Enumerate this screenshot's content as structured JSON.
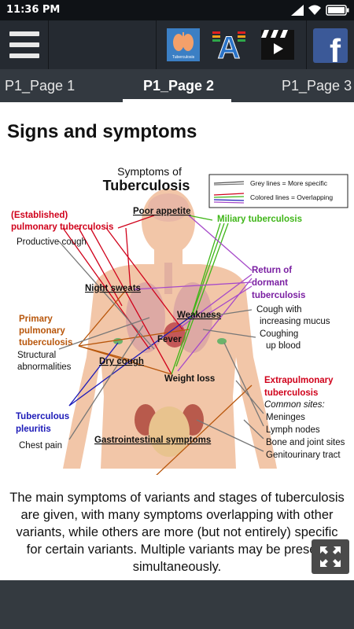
{
  "status_bar": {
    "time": "11:36 PM"
  },
  "toolbar": {
    "icons": [
      "menu-icon",
      "tuberculosis-app-icon",
      "font-size-icon",
      "video-icon",
      "facebook-icon"
    ],
    "tb_icon_label": "Tuberculosis",
    "font_icon_letter": "A",
    "facebook_letter": "f"
  },
  "tabs": [
    {
      "label": "P1_Page 1"
    },
    {
      "label": "P1_Page 2",
      "active": true
    },
    {
      "label": "P1_Page 3"
    }
  ],
  "section": {
    "title": "Signs and symptoms",
    "body": "The main symptoms of variants and stages of tuberculosis are given, with many symptoms overlapping with other variants, while others are more (but not entirely) specific for certain variants. Multiple variants may be present simultaneously."
  },
  "figure": {
    "title_line1": "Symptoms of",
    "title_line2": "Tuberculosis",
    "legend_grey": "Grey lines = More specific",
    "legend_colored": "Colored lines = Overlapping",
    "labels": {
      "established_1": "(Established)",
      "established_2": "pulmonary tuberculosis",
      "productive_cough": "Productive cough",
      "poor_appetite": "Poor appetite",
      "miliary": "Miliary tuberculosis",
      "return_1": "Return of",
      "return_2": "dormant",
      "return_3": "tuberculosis",
      "night_sweats": "Night sweats",
      "primary_1": "Primary",
      "primary_2": "pulmonary",
      "primary_3": "tuberculosis",
      "weakness": "Weakness",
      "cough_mucus_1": "Cough with",
      "cough_mucus_2": "increasing mucus",
      "coughing_blood_1": "Coughing",
      "coughing_blood_2": "up blood",
      "fever": "Fever",
      "structural_1": "Structural",
      "structural_2": "abnormalities",
      "dry_cough": "Dry cough",
      "weight_loss": "Weight loss",
      "extra_1": "Extrapulmonary",
      "extra_2": "tuberculosis",
      "common_sites": "Common sites:",
      "meninges": "Meninges",
      "lymph": "Lymph nodes",
      "bone": "Bone and joint sites",
      "genito": "Genitourinary tract",
      "pleuritis_1": "Tuberculous",
      "pleuritis_2": "pleuritis",
      "chest_pain": "Chest pain",
      "gastro": "Gastrointestinal symptoms"
    },
    "colors": {
      "red": "#d0021b",
      "green": "#3fb618",
      "purple": "#7a1fa2",
      "orange": "#b8560b",
      "blue": "#1c1ab8",
      "skin": "#f2c6a8"
    }
  }
}
